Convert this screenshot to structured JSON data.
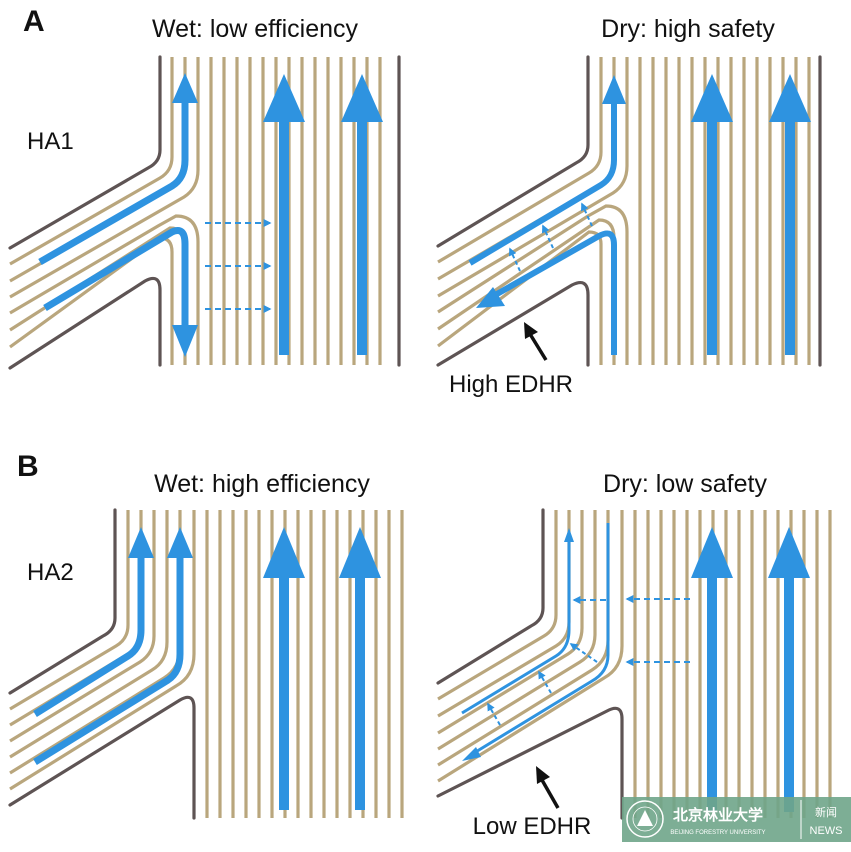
{
  "panels": [
    {
      "letter": "A",
      "side_label": "HA1",
      "wet_title": "Wet: low efficiency",
      "dry_title": "Dry: high safety",
      "dry_annotation": "High EDHR"
    },
    {
      "letter": "B",
      "side_label": "HA2",
      "wet_title": "Wet: high efficiency",
      "dry_title": "Dry: low safety",
      "dry_annotation": "Low EDHR"
    }
  ],
  "watermark": {
    "chinese": "北京林业大学",
    "english": "BEIJING FORESTRY UNIVERSITY",
    "news_zh": "新闻",
    "news_en": "NEWS"
  },
  "colors": {
    "conduit": "#B9A67D",
    "wall": "#5E5454",
    "flow": "#2E93E0",
    "background": "#FFFFFF"
  }
}
